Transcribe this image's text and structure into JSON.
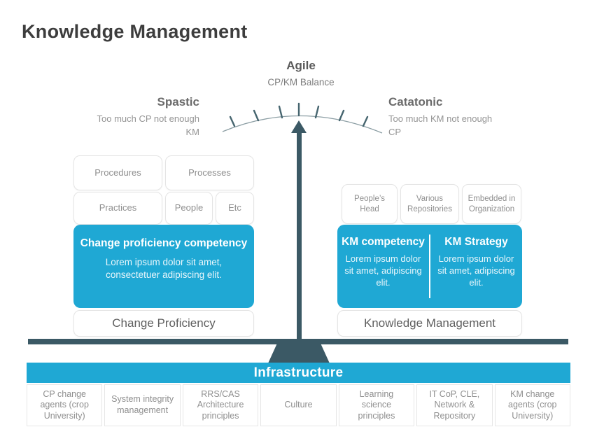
{
  "title": "Knowledge Management",
  "gauge": {
    "label": "Agile",
    "sublabel": "CP/KM Balance",
    "left": {
      "label": "Spastic",
      "description": "Too much CP not enough KM"
    },
    "right": {
      "label": "Catatonic",
      "description": "Too much KM not enough CP"
    }
  },
  "left_group": {
    "chips": [
      "Procedures",
      "Processes",
      "Practices",
      "People",
      "Etc"
    ],
    "card": {
      "title": "Change proficiency competency",
      "body": "Lorem ipsum dolor sit amet, consectetuer adipiscing elit."
    },
    "label": "Change Proficiency"
  },
  "right_group": {
    "chips": [
      "People’s Head",
      "Various Repositories",
      "Embedded in Organization"
    ],
    "cards": [
      {
        "title": "KM competency",
        "body": "Lorem ipsum dolor sit amet, adipiscing elit."
      },
      {
        "title": "KM Strategy",
        "body": "Lorem ipsum dolor sit amet, adipiscing elit."
      }
    ],
    "label": "Knowledge Management"
  },
  "infrastructure": {
    "label": "Infrastructure",
    "items": [
      "CP change agents (crop University)",
      "System integrity management",
      "RRS/CAS Architecture principles",
      "Culture",
      "Learning science principles",
      "IT CoP, CLE, Network & Repository",
      "KM change agents (crop University)"
    ]
  },
  "colors": {
    "accent_blue": "#1fa8d4",
    "dark_teal": "#3b5965"
  }
}
